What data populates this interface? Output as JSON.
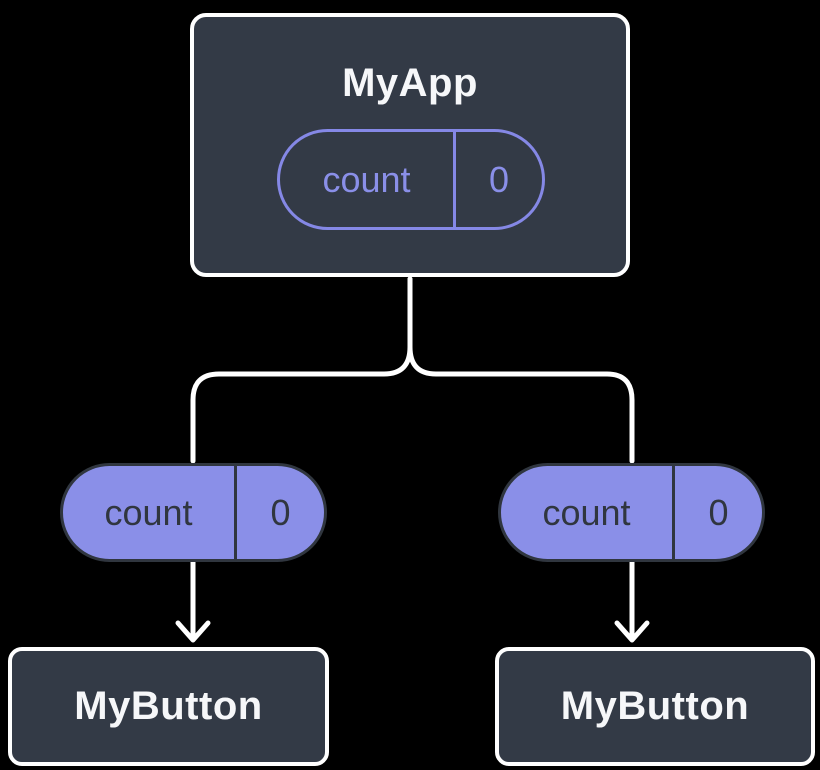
{
  "diagram": {
    "description": "Component tree diagram: parent MyApp holds count state and passes it down to two MyButton children",
    "background_color": "#000000",
    "colors": {
      "node_fill": "#333a46",
      "node_border": "#ffffff",
      "node_title_text": "#f6f7f9",
      "pill_fill": "#8a8fe8",
      "pill_outline": "#8588e6",
      "pill_dark_text": "#30363f",
      "connector_line": "#ffffff"
    },
    "root_node": {
      "title": "MyApp",
      "state_pill": {
        "label": "count",
        "value": "0"
      }
    },
    "left_branch_pill": {
      "label": "count",
      "value": "0"
    },
    "right_branch_pill": {
      "label": "count",
      "value": "0"
    },
    "left_child_node": {
      "title": "MyButton"
    },
    "right_child_node": {
      "title": "MyButton"
    }
  }
}
